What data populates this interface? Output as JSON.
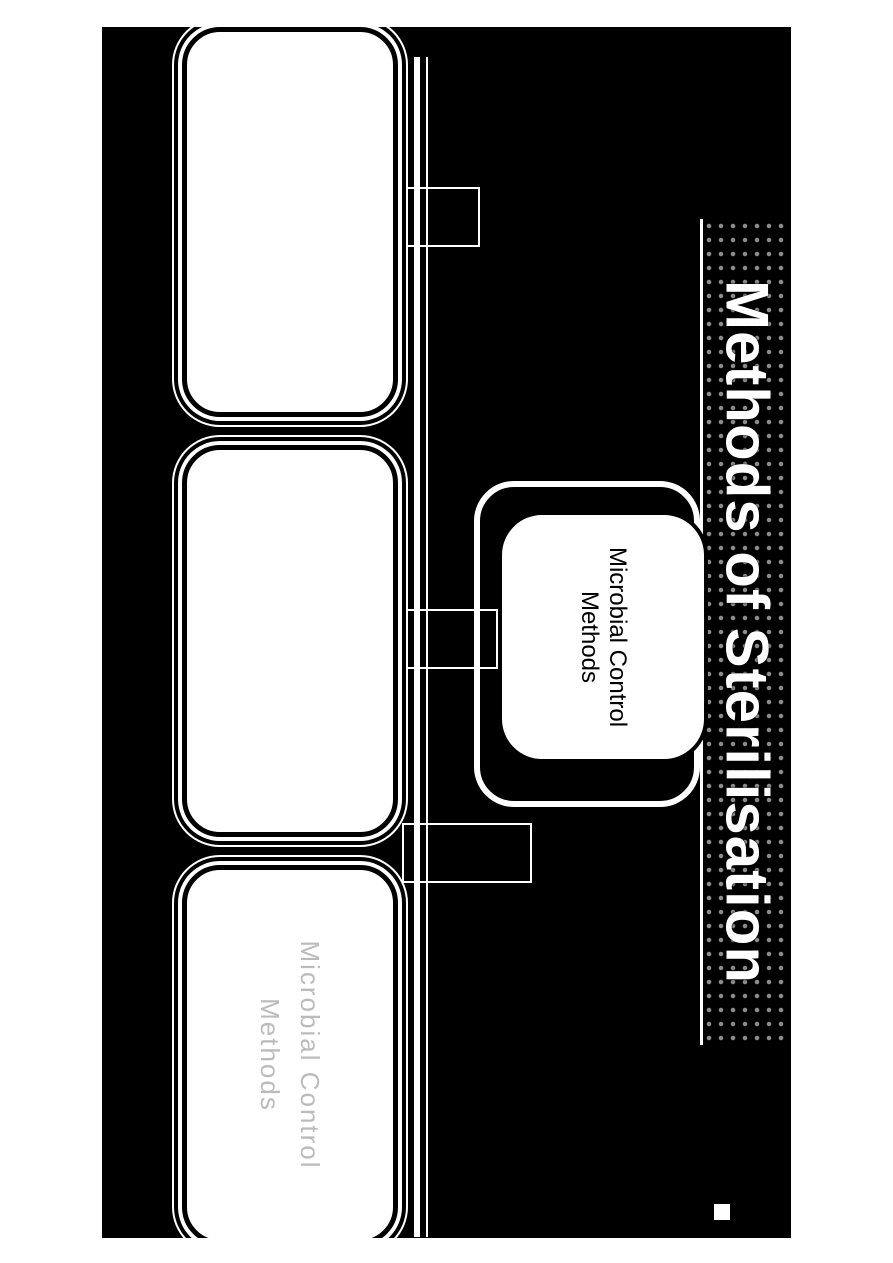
{
  "diagram": {
    "title": "Methods of Sterilisation",
    "center_node": "Microbial Control Methods",
    "children": [
      {
        "id": "child-1",
        "label": ""
      },
      {
        "id": "child-2",
        "label": ""
      },
      {
        "id": "child-3",
        "label": "Microbial Control Methods"
      }
    ]
  },
  "colors": {
    "background": "#000000",
    "foreground": "#ffffff",
    "page": "#ffffff"
  }
}
